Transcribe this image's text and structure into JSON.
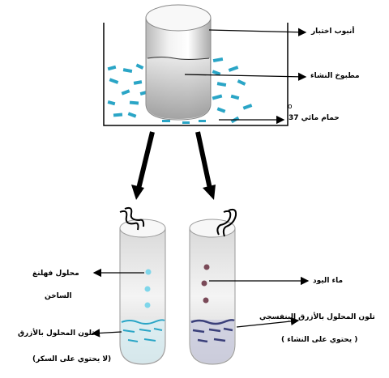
{
  "labels": {
    "test_tube": "أنبوب اختبار",
    "starch_cooked": "مطبوخ النشاء",
    "water_bath": "حمام مائي 37",
    "degree_symbol": "o",
    "fehling_line1": "محلول فهلنغ",
    "fehling_line2": "الساخن",
    "iodine_water": "ماء اليود",
    "blue_color": "تلون المحلول بالأزرق",
    "no_sugar": "(لا يحتوي على السكر)",
    "violet_color": "تلون المحلول بالأزرق البنفسجي",
    "contains_starch": "( يحتوي على النشاء )"
  },
  "colors": {
    "water_bath_bits": "#2aa5c6",
    "fehling_solution": "#7fd6ea",
    "violet_solution": "#3a3f7a",
    "iodine_drops": "#7a4a58",
    "arrow": "#000000"
  }
}
